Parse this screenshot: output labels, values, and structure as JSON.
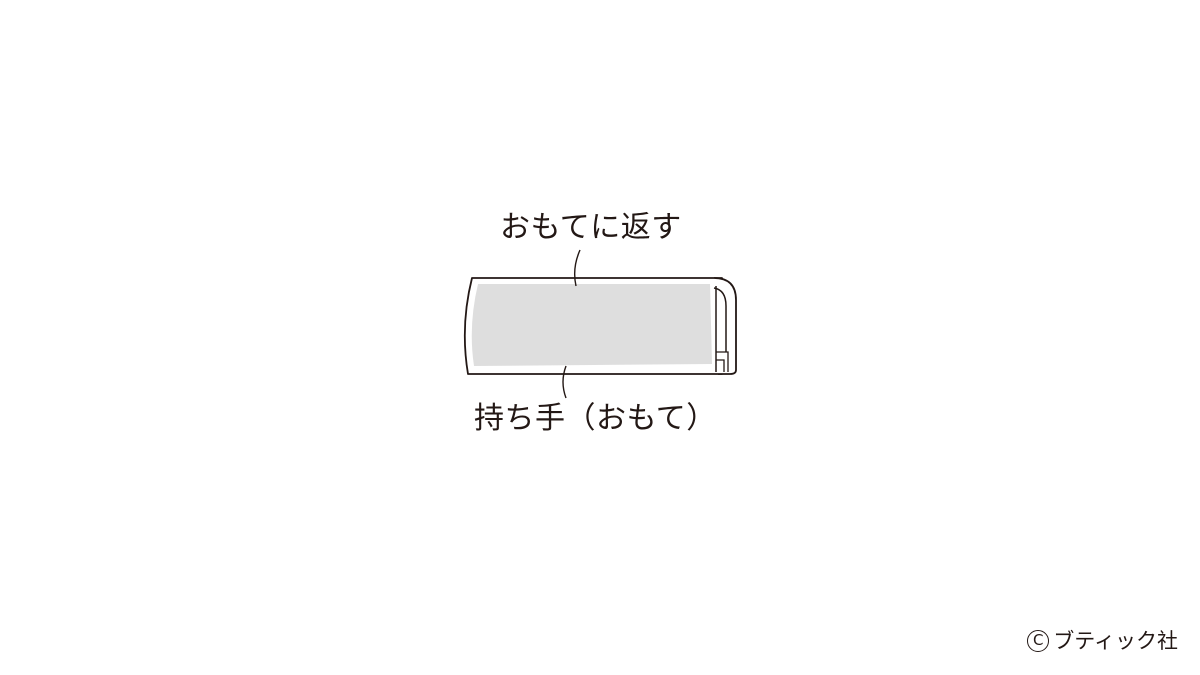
{
  "labels": {
    "top": "おもてに返す",
    "bottom": "持ち手（おもて）"
  },
  "copyright": {
    "symbol": "C",
    "text": "ブティック社"
  },
  "colors": {
    "line": "#231815",
    "fill_gray": "#dcdcdc",
    "background": "#ffffff"
  }
}
